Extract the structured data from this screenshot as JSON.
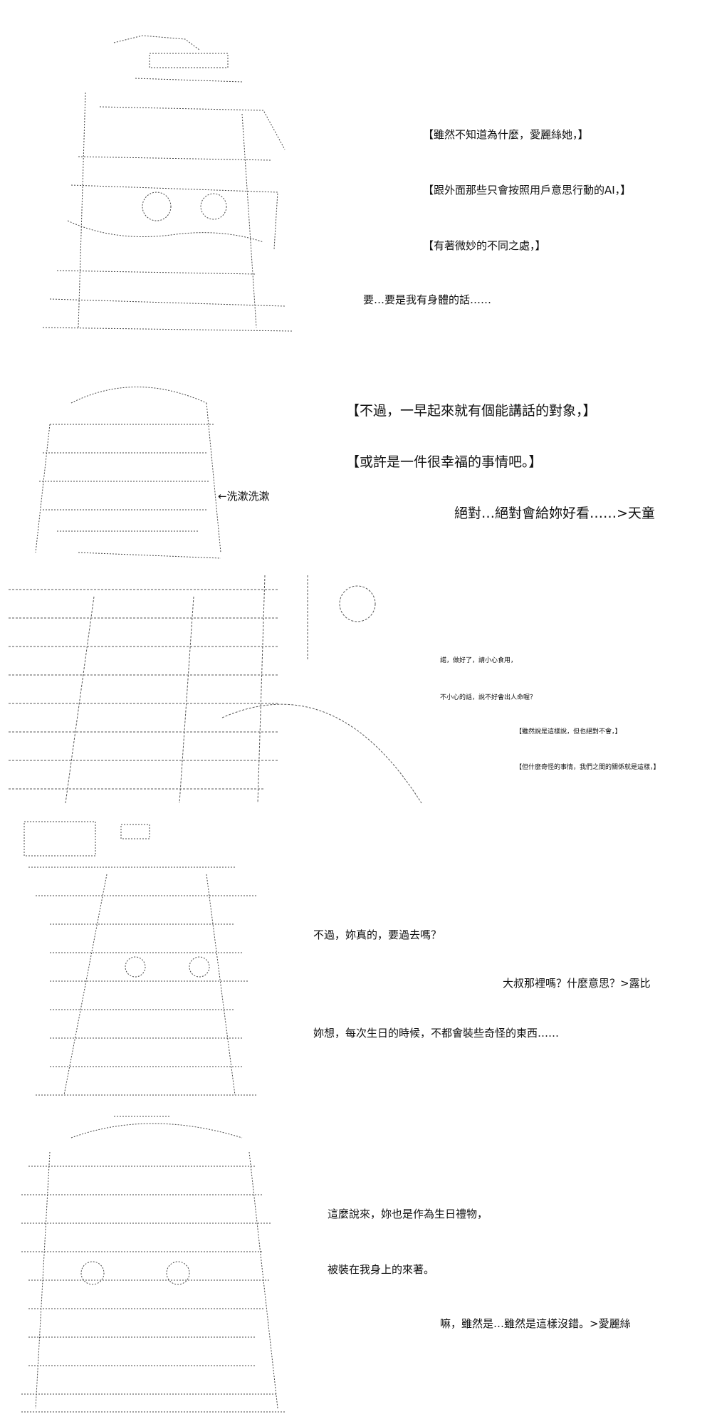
{
  "panel1": {
    "lines": [
      "【雖然不知道為什麼，愛麗絲她，】",
      "【跟外面那些只會按照用戶意思行動的AI，】",
      "【有著微妙的不同之處，】",
      "要…要是我有身體的話……"
    ]
  },
  "panel2": {
    "lines": [
      "【不過，一早起來就有個能講話的對象，】",
      "【或許是一件很幸福的事情吧。】",
      "絕對…絕對會給妳好看……>天童"
    ],
    "sfx": "←洗漱洗漱"
  },
  "panel3": {
    "lines": [
      "諾，做好了，請小心食用，",
      "不小心的話，說不好會出人命喔？",
      "【雖然說是這樣說，但也絕對不會，】",
      "【但什麼奇怪的事情，我們之間的關係就是這樣，】"
    ]
  },
  "panel4": {
    "lines": [
      "不過，妳真的，要過去嗎？",
      "大叔那裡嗎？什麼意思？>露比",
      "妳想，每次生日的時候，不都會裝些奇怪的東西……"
    ]
  },
  "panel5": {
    "lines": [
      "這麼說來，妳也是作為生日禮物，",
      "被裝在我身上的來著。",
      "嘛，雖然是…雖然是這樣沒錯。>愛麗絲"
    ]
  }
}
